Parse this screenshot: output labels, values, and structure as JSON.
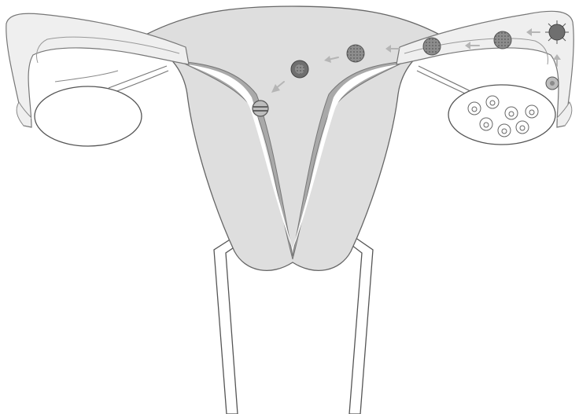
{
  "diagram": {
    "labels": [],
    "colors": {
      "background": "#ffffff",
      "outline": "#555555",
      "tissue_fill": "#dedede",
      "lining": "#a9a9a9",
      "cell_dark": "#6f6f6f",
      "cell_light": "#bdbdbd",
      "arrow": "#b5b5b5"
    },
    "structures": [
      {
        "name": "uterus-body",
        "icon": "uterus-outline"
      },
      {
        "name": "uterine-cavity",
        "icon": "cavity-outline"
      },
      {
        "name": "left-fallopian-tube",
        "icon": "tube-outline"
      },
      {
        "name": "right-fallopian-tube",
        "icon": "tube-outline"
      },
      {
        "name": "left-ovary",
        "icon": "ellipse"
      },
      {
        "name": "right-ovary-with-follicles",
        "icon": "ellipse-with-circles"
      },
      {
        "name": "cervix-canal",
        "icon": "tube-outline"
      }
    ],
    "stages": [
      {
        "name": "follicle",
        "icon": "small-cell"
      },
      {
        "name": "ovulated-egg",
        "icon": "starburst-cell"
      },
      {
        "name": "fertilized-egg",
        "icon": "dotted-cell"
      },
      {
        "name": "two-cell",
        "icon": "dotted-cell"
      },
      {
        "name": "morula",
        "icon": "dotted-cell"
      },
      {
        "name": "blastocyst",
        "icon": "dark-cell"
      },
      {
        "name": "implanting-embryo",
        "icon": "striped-cell"
      }
    ]
  }
}
